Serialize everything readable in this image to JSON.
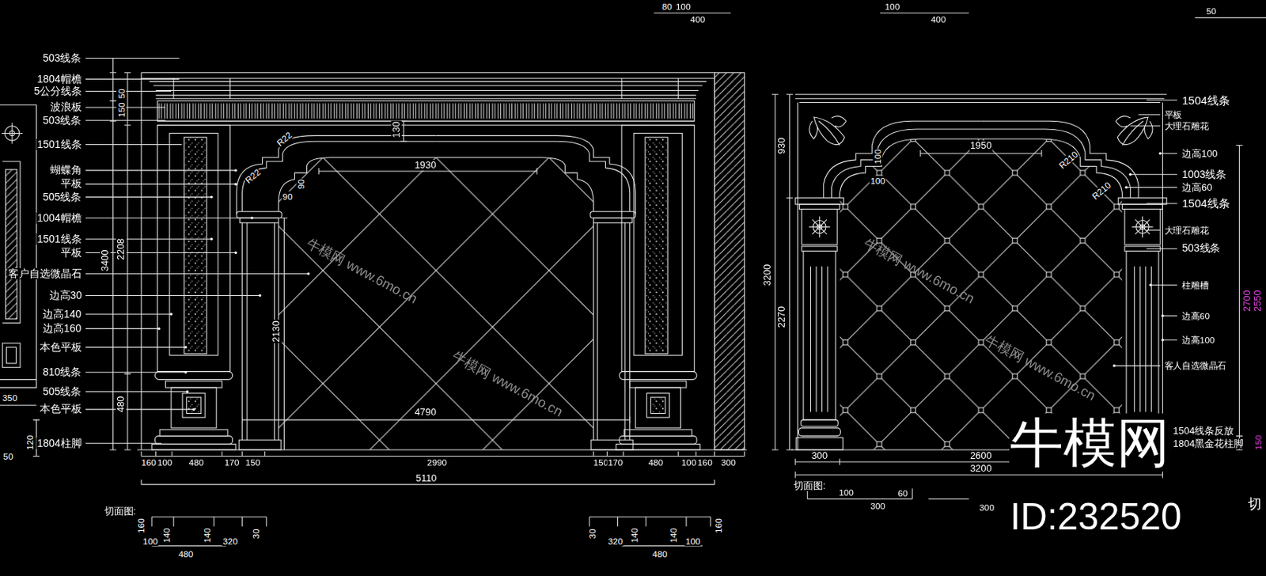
{
  "diagram": {
    "labels": [
      "503线条",
      "1804帽檐",
      "5公分线条",
      "波浪板",
      "503线条",
      "1501线条",
      "蝴蝶角",
      "平板",
      "505线条",
      "1004帽檐",
      "1501线条",
      "平板",
      "客户自选微晶石",
      "边高30",
      "边高140",
      "边高160",
      "本色平板",
      "810线条",
      "505线条",
      "本色平板",
      "1804柱脚",
      "50",
      "150",
      "3400",
      "2208",
      "480",
      "130",
      "R22",
      "R22",
      "90",
      "90",
      "1930",
      "2130",
      "4790",
      "160",
      "100",
      "480",
      "170",
      "150",
      "2990",
      "150",
      "170",
      "480",
      "100",
      "160",
      "300",
      "5110",
      "切面图:",
      "160",
      "100",
      "140",
      "140",
      "320",
      "30",
      "480",
      "30",
      "320",
      "140",
      "140",
      "100",
      "160",
      "480",
      "80",
      "100",
      "400",
      "100",
      "400",
      "50",
      "350",
      "120",
      "50",
      "1504线条",
      "平板",
      "大理石雕花",
      "边高100",
      "1003线条",
      "边高60",
      "1504线条",
      "大理石雕花",
      "503线条",
      "柱雕槽",
      "边高60",
      "边高100",
      "客人自选微晶石",
      "1504线条反放",
      "1804黑金花柱脚",
      "930",
      "3200",
      "2270",
      "2700",
      "2550",
      "150",
      "1950",
      "R210",
      "R210",
      "100",
      "100",
      "300",
      "2600",
      "3200",
      "切面图:",
      "100",
      "60",
      "300",
      "300",
      "切",
      "牛模网 www.6mo.cn",
      "牛模网 www.6mo.cn",
      "牛模网 www.6mo.cn",
      "牛模网 www.6mo.cn",
      "牛模网",
      "ID:232520"
    ]
  }
}
